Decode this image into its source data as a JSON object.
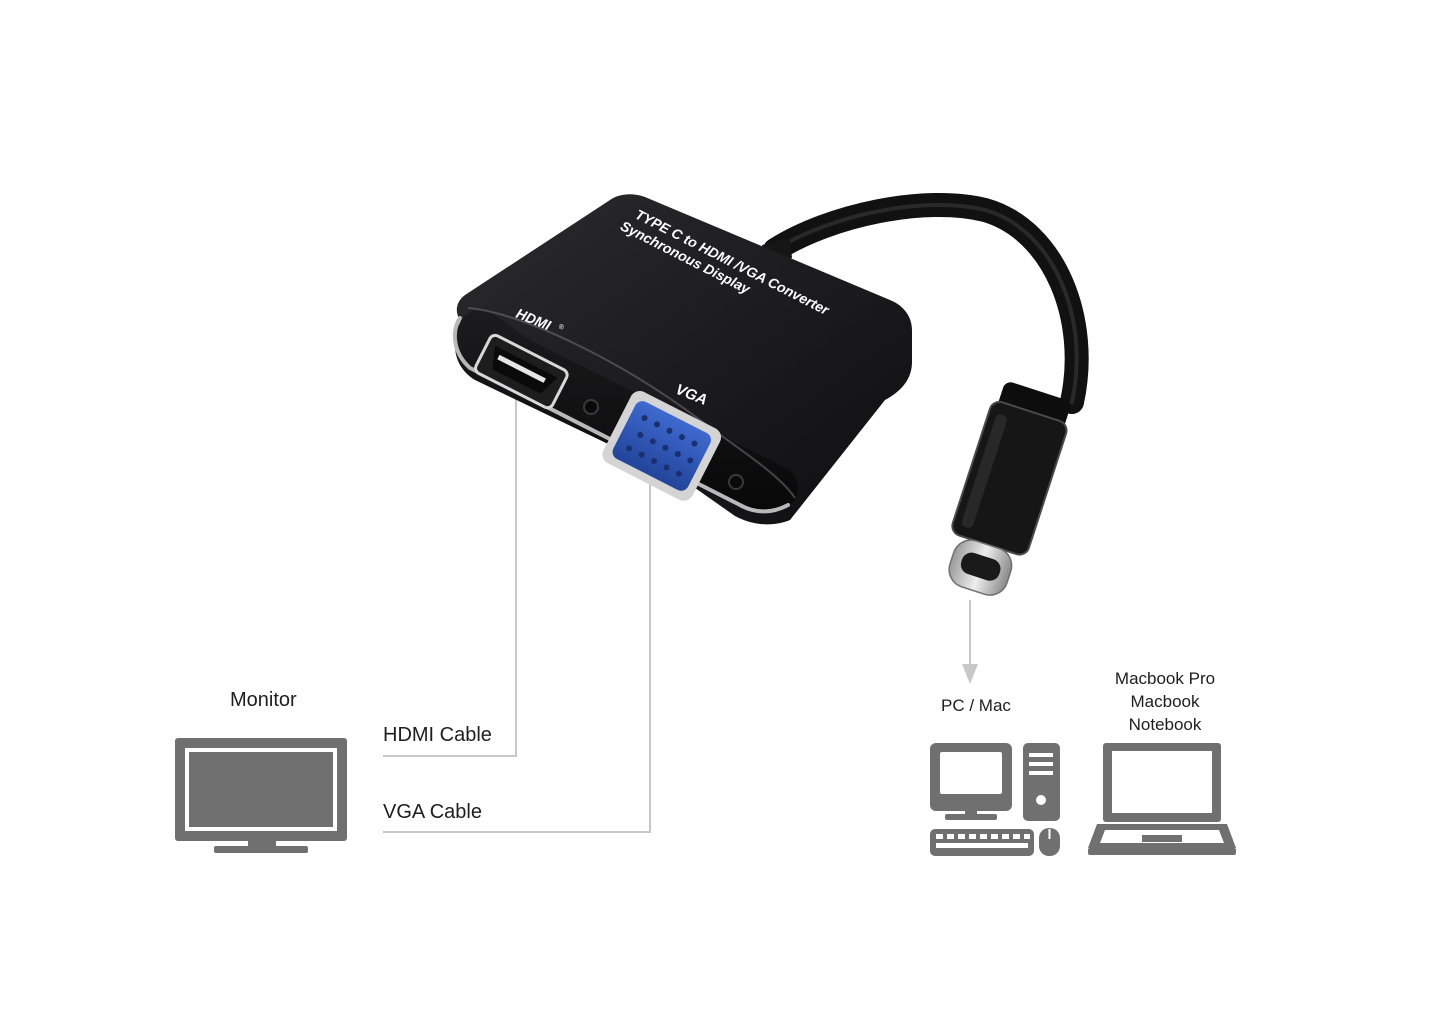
{
  "product": {
    "text_line1": "TYPE C to HDMI /VGA Converter",
    "text_line2": "Synchronous Display",
    "hdmi_port_label": "HDMI",
    "hdmi_registered_mark": "®",
    "vga_port_label": "VGA"
  },
  "monitor": {
    "label": "Monitor",
    "icon": "monitor-icon"
  },
  "cables": {
    "hdmi_label": "HDMI Cable",
    "vga_label": "VGA Cable"
  },
  "host": {
    "pc_label": "PC / Mac",
    "pc_icon": "desktop-computer-icon",
    "laptop_lines": [
      "Macbook Pro",
      "Macbook",
      "Notebook"
    ],
    "laptop_icon": "laptop-icon"
  },
  "colors": {
    "icon_gray": "#707070",
    "line_gray": "#c8c8c8",
    "adapter_body": "#1b1b1d",
    "vga_blue": "#2f57b8"
  }
}
